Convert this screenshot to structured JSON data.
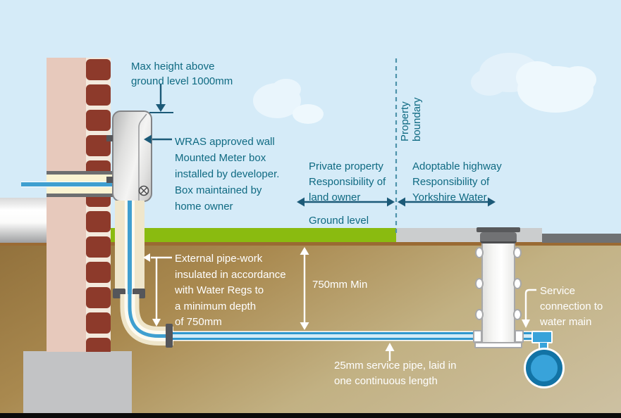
{
  "title": "Water service connection diagram",
  "colors": {
    "sky": "#d5ebf8",
    "teal_text": "#0f6a82",
    "arrow_teal": "#1c5a78",
    "grass": "#8abb10",
    "soil_dark": "#92713c",
    "soil_light": "#cdc1a3",
    "subsoil_line": "#9a6a33",
    "brick": "#8d3a2b",
    "wall_inner": "#e7c9bc",
    "mortar": "#f3e9dd",
    "pavement": "#cbcdce",
    "road": "#6f7173",
    "concrete": "#c2c3c5",
    "pipe_blue": "#3f9fd0",
    "pipe_edge": "#2f97cd",
    "pipe_core": "#d2ebf7",
    "insulation": "#efe6cb",
    "metal_gray": "#55565a",
    "main_fill": "#38a3da",
    "main_ring": "#1273a5",
    "boundary_dash": "#4e93ab",
    "cloud": "#e9f5fc"
  },
  "labels": {
    "max_height": "Max height above\nground level 1000mm",
    "meter_box": "WRAS approved wall\nMounted Meter box\ninstalled by developer.\nBox maintained by\nhome owner",
    "property_boundary": "Property boundary",
    "private_property": "Private property\nResponsibility of\nland owner",
    "adoptable_highway": "Adoptable highway\nResponsibility of\nYorkshire Water",
    "ground_level": "Ground level",
    "external_pipework": "External pipe-work\ninsulated in accordance\nwith Water Regs to\na minimum depth\nof 750mm",
    "depth_min": "750mm Min",
    "service_pipe": "25mm service pipe, laid in\none continuous length",
    "service_connection": "Service\nconnection to\nwater main"
  }
}
